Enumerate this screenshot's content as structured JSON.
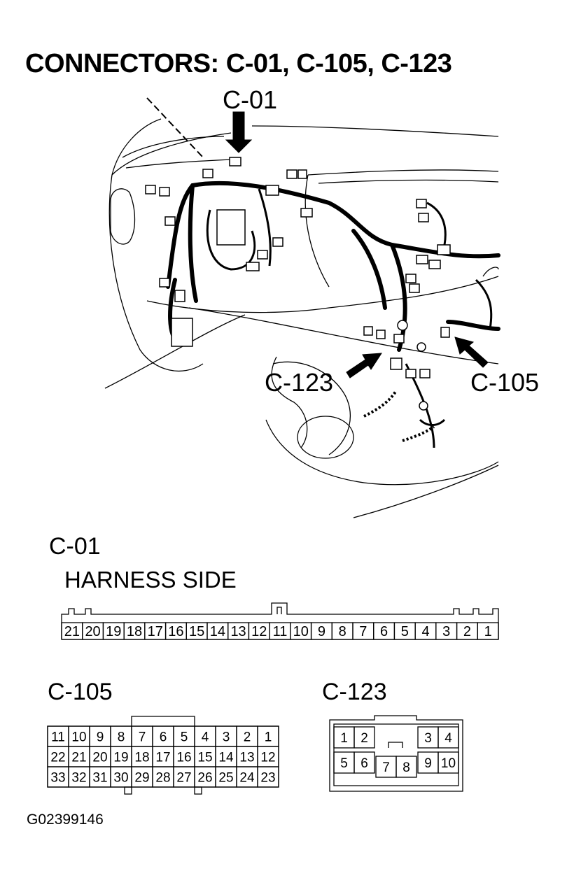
{
  "title": "CONNECTORS: C-01, C-105, C-123",
  "callouts": {
    "c01": "C-01",
    "c123": "C-123",
    "c105": "C-105"
  },
  "sections": {
    "c01_label": "C-01",
    "harness_side": "HARNESS SIDE",
    "c105_label": "C-105",
    "c123_label": "C-123"
  },
  "connector_c01": {
    "pins": [
      "21",
      "20",
      "19",
      "18",
      "17",
      "16",
      "15",
      "14",
      "13",
      "12",
      "11",
      "10",
      "9",
      "8",
      "7",
      "6",
      "5",
      "4",
      "3",
      "2",
      "1"
    ]
  },
  "connector_c105": {
    "rows": [
      [
        "11",
        "10",
        "9",
        "8",
        "7",
        "6",
        "5",
        "4",
        "3",
        "2",
        "1"
      ],
      [
        "22",
        "21",
        "20",
        "19",
        "18",
        "17",
        "16",
        "15",
        "14",
        "13",
        "12"
      ],
      [
        "33",
        "32",
        "31",
        "30",
        "29",
        "28",
        "27",
        "26",
        "25",
        "24",
        "23"
      ]
    ]
  },
  "connector_c123": {
    "top_left": [
      "1",
      "2"
    ],
    "top_right": [
      "3",
      "4"
    ],
    "bottom": [
      "5",
      "6",
      "7",
      "8",
      "9",
      "10"
    ]
  },
  "figure_id": "G02399146"
}
